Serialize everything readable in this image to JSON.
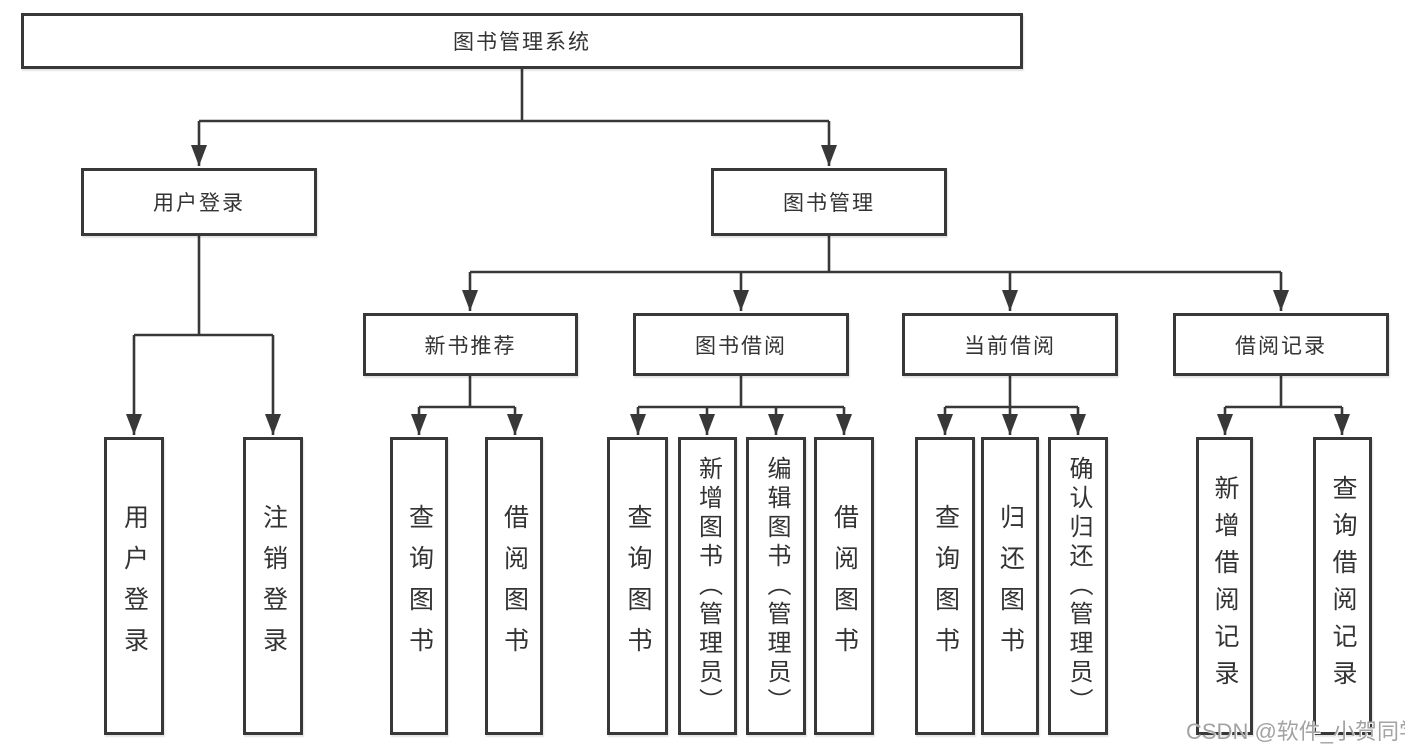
{
  "watermark": "CSDN @软件_小贺同学",
  "colors": {
    "line": "#383838",
    "box_border": "#383838",
    "text": "#333333",
    "watermark_gray": "#a3a3a3",
    "background": "#ffffff"
  },
  "tree": {
    "root": {
      "label": "图书管理系统"
    },
    "children": [
      {
        "label": "用户登录",
        "children": [
          {
            "label": "用户登录"
          },
          {
            "label": "注销登录"
          }
        ]
      },
      {
        "label": "图书管理",
        "children": [
          {
            "label": "新书推荐",
            "children": [
              {
                "label": "查询图书"
              },
              {
                "label": "借阅图书"
              }
            ]
          },
          {
            "label": "图书借阅",
            "children": [
              {
                "label": "查询图书"
              },
              {
                "label": "新增图书（管理员）"
              },
              {
                "label": "编辑图书（管理员）"
              },
              {
                "label": "借阅图书"
              }
            ]
          },
          {
            "label": "当前借阅",
            "children": [
              {
                "label": "查询图书"
              },
              {
                "label": "归还图书"
              },
              {
                "label": "确认归还（管理员）"
              }
            ]
          },
          {
            "label": "借阅记录",
            "children": [
              {
                "label": "新增借阅记录"
              },
              {
                "label": "查询借阅记录"
              }
            ]
          }
        ]
      }
    ]
  }
}
